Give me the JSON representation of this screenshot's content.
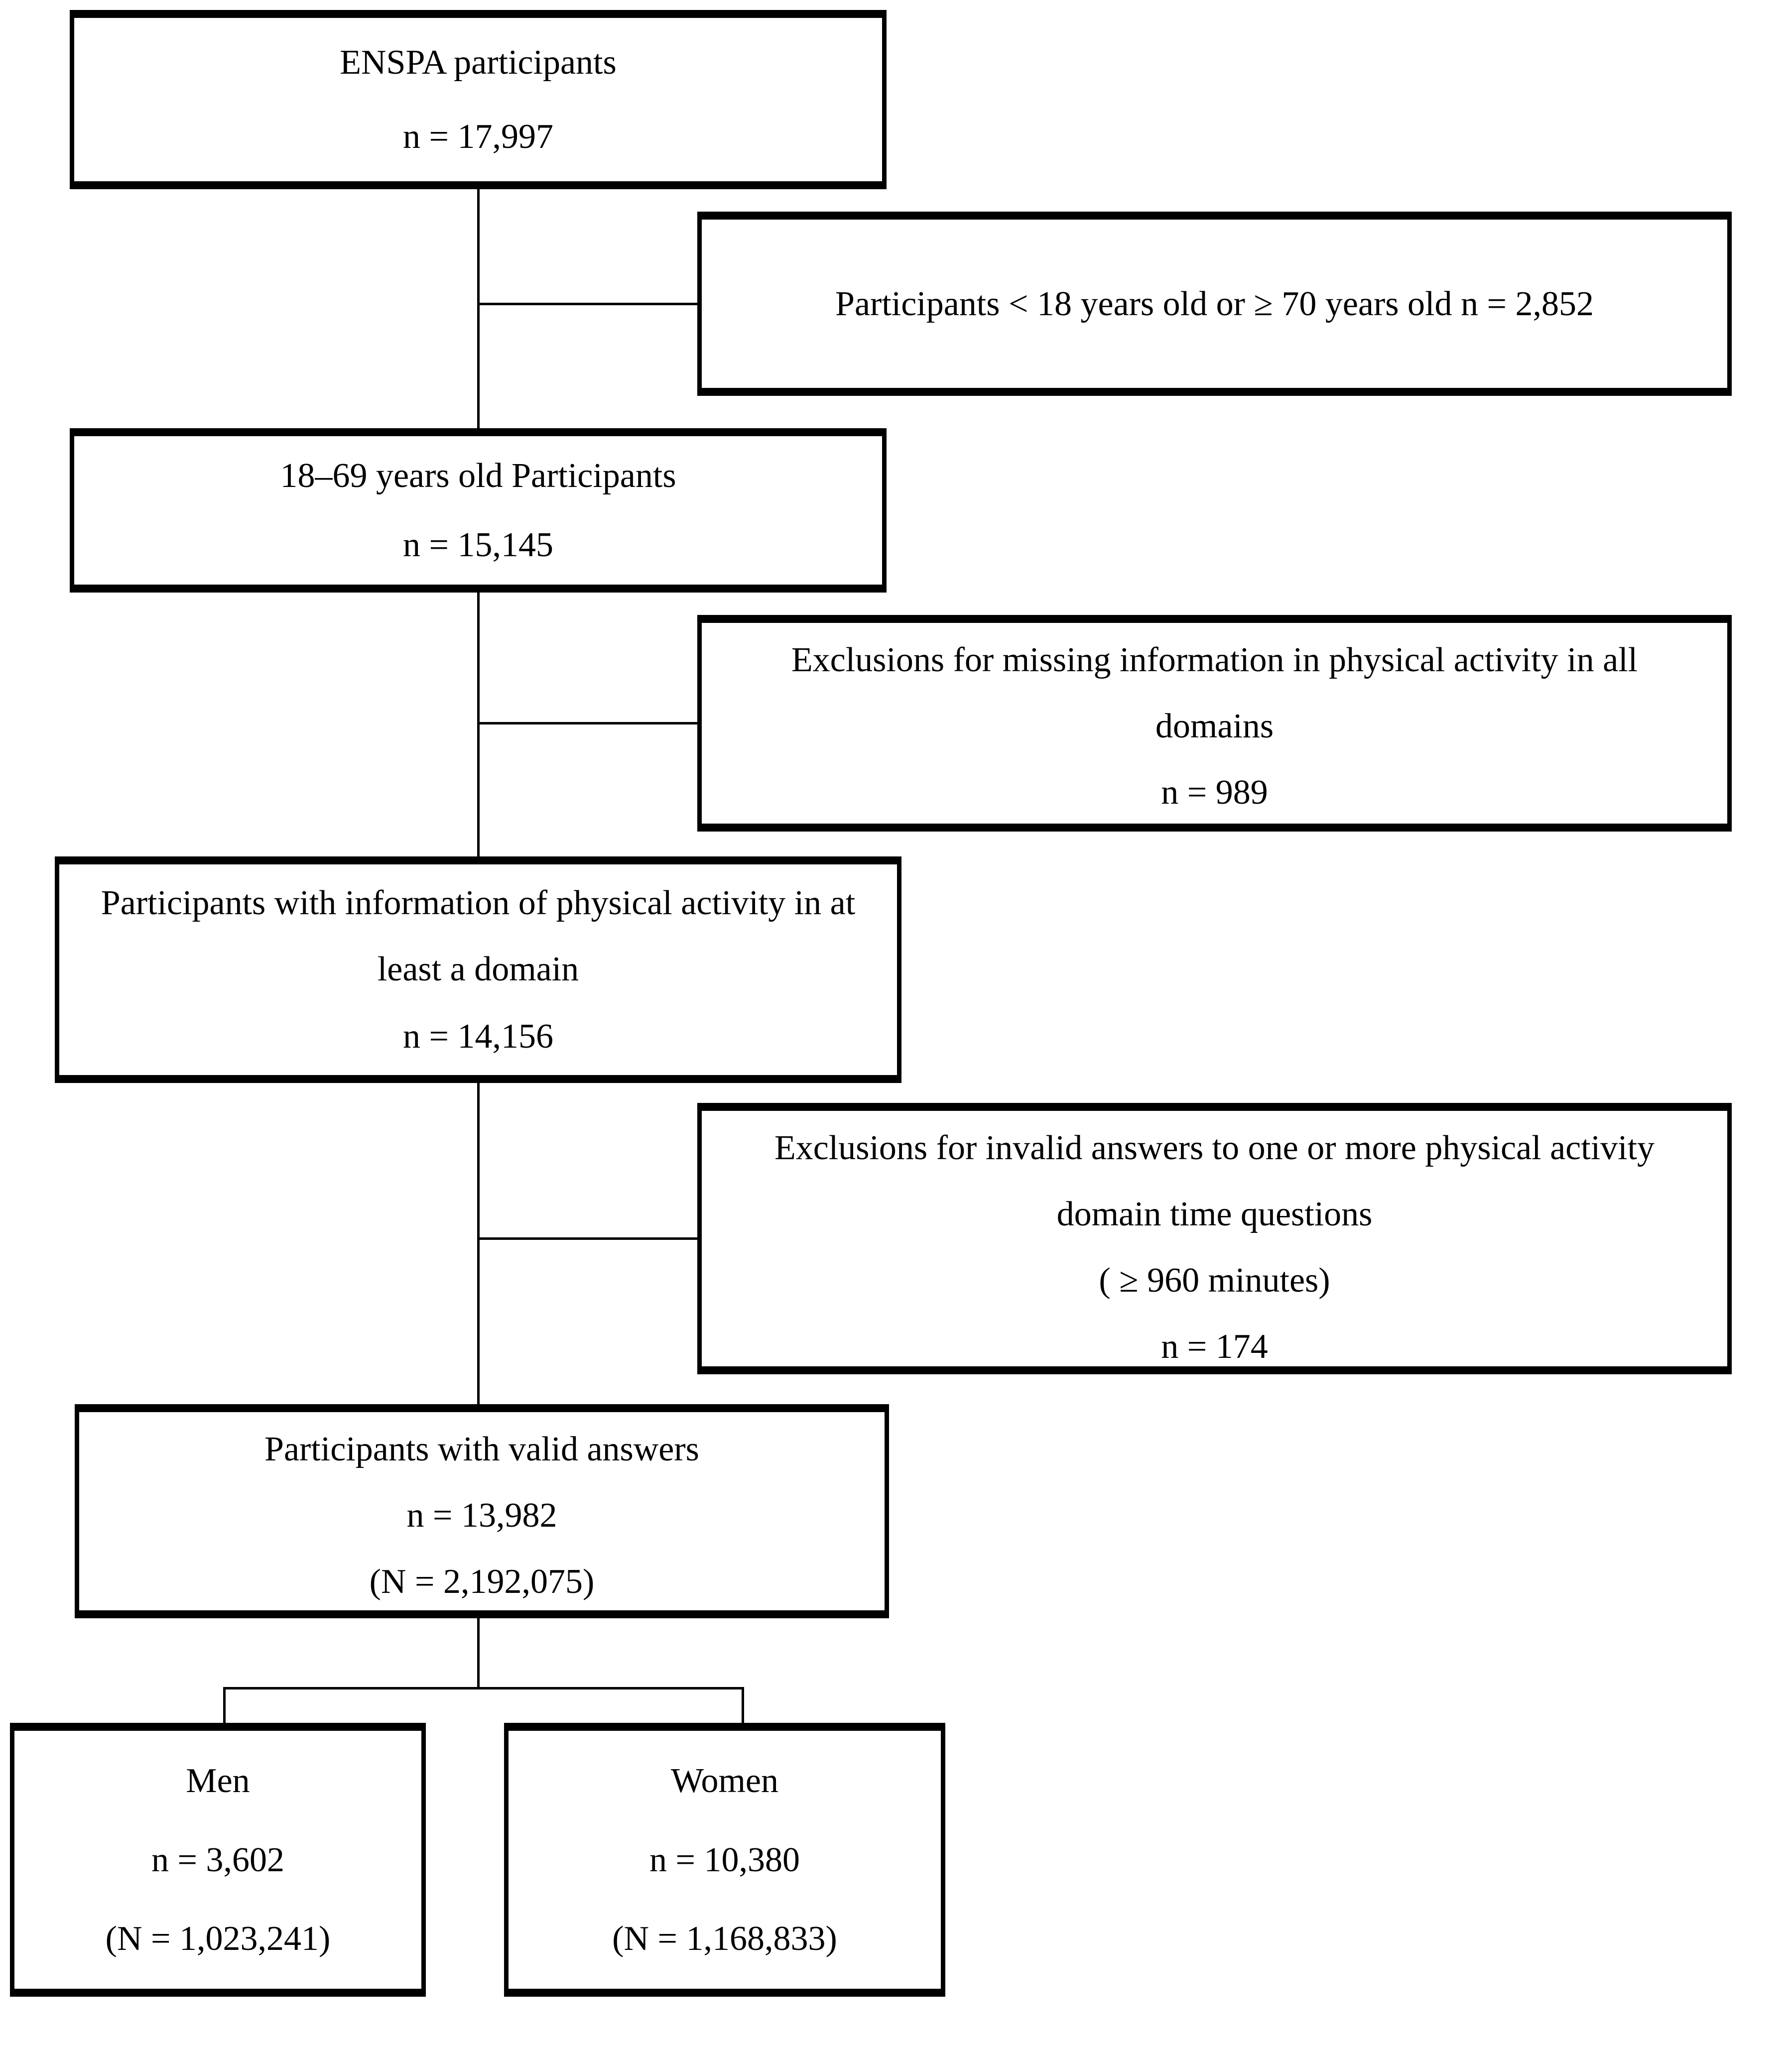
{
  "diagram": {
    "type": "flowchart",
    "title": "ENSPA participant selection flow",
    "colors": {
      "background": "#ffffff",
      "border": "#000000",
      "text": "#000000"
    },
    "boxes": {
      "enspa": {
        "line1": "ENSPA participants",
        "line2": "n = 17,997"
      },
      "excl_age": {
        "line1": "Participants < 18 years old or ≥ 70 years old n = 2,852"
      },
      "age": {
        "line1": "18–69 years old Participants",
        "line2": "n = 15,145"
      },
      "excl_missing": {
        "line1": "Exclusions for missing information in physical activity in all domains",
        "line2": "n = 989"
      },
      "domain": {
        "line1": "Participants with information of physical activity in at least a domain",
        "line2": "n = 14,156"
      },
      "excl_invalid": {
        "line1": "Exclusions for invalid answers to one or more physical activity domain time questions",
        "line2": "( ≥ 960 minutes)",
        "line3": "n = 174"
      },
      "valid": {
        "line1": "Participants with valid answers",
        "line2": "n = 13,982",
        "line3": "(N = 2,192,075)"
      },
      "men": {
        "line1": "Men",
        "line2": "n = 3,602",
        "line3": "(N = 1,023,241)"
      },
      "women": {
        "line1": "Women",
        "line2": "n = 10,380",
        "line3": "(N = 1,168,833)"
      }
    }
  }
}
